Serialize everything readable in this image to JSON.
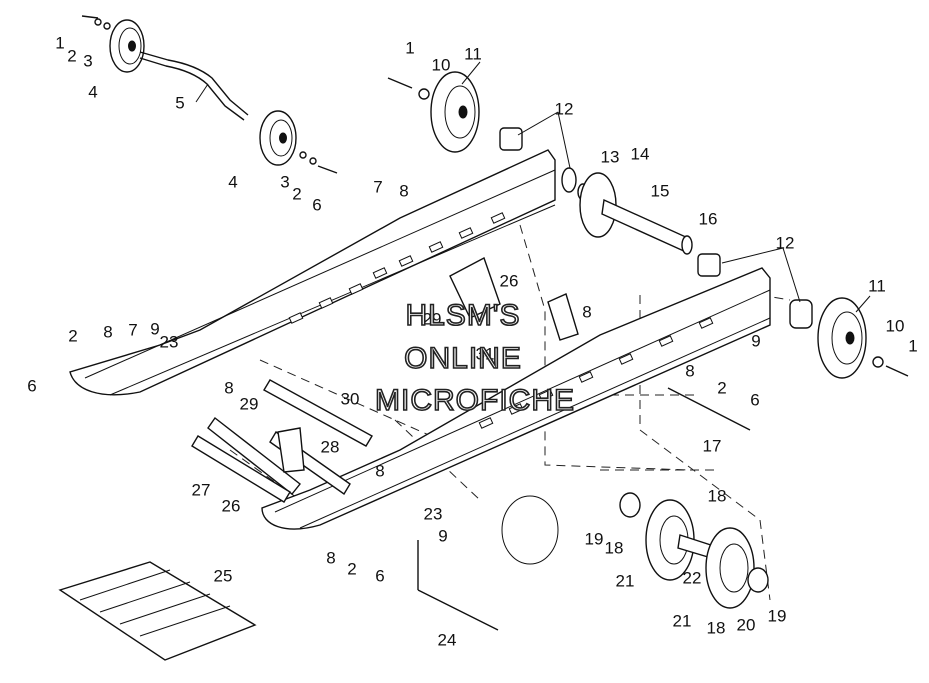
{
  "watermark": {
    "line1": "HLSM'S",
    "line2": "ONLINE",
    "line3": "MICROFICHE"
  },
  "callouts": [
    {
      "id": "c1a",
      "text": "1"
    },
    {
      "id": "c2a",
      "text": "2"
    },
    {
      "id": "c3a",
      "text": "3"
    },
    {
      "id": "c4a",
      "text": "4"
    },
    {
      "id": "c5",
      "text": "5"
    },
    {
      "id": "c4b",
      "text": "4"
    },
    {
      "id": "c3b",
      "text": "3"
    },
    {
      "id": "c2b",
      "text": "2"
    },
    {
      "id": "c6a",
      "text": "6"
    },
    {
      "id": "c1b",
      "text": "1"
    },
    {
      "id": "c10a",
      "text": "10"
    },
    {
      "id": "c11a",
      "text": "11"
    },
    {
      "id": "c12a",
      "text": "12"
    },
    {
      "id": "c13",
      "text": "13"
    },
    {
      "id": "c14",
      "text": "14"
    },
    {
      "id": "c15",
      "text": "15"
    },
    {
      "id": "c16",
      "text": "16"
    },
    {
      "id": "c12b",
      "text": "12"
    },
    {
      "id": "c11b",
      "text": "11"
    },
    {
      "id": "c10b",
      "text": "10"
    },
    {
      "id": "c1c",
      "text": "1"
    },
    {
      "id": "c7a",
      "text": "7"
    },
    {
      "id": "c8a",
      "text": "8"
    },
    {
      "id": "c26a",
      "text": "26"
    },
    {
      "id": "c8b",
      "text": "8"
    },
    {
      "id": "c29a",
      "text": "29"
    },
    {
      "id": "c31",
      "text": "31"
    },
    {
      "id": "c9a",
      "text": "9"
    },
    {
      "id": "c8c",
      "text": "8"
    },
    {
      "id": "c2c",
      "text": "2"
    },
    {
      "id": "c6b",
      "text": "6"
    },
    {
      "id": "c2d",
      "text": "2"
    },
    {
      "id": "c8d",
      "text": "8"
    },
    {
      "id": "c7b",
      "text": "7"
    },
    {
      "id": "c9b",
      "text": "9"
    },
    {
      "id": "c23a",
      "text": "23"
    },
    {
      "id": "c6c",
      "text": "6"
    },
    {
      "id": "c8e",
      "text": "8"
    },
    {
      "id": "c29b",
      "text": "29"
    },
    {
      "id": "c30",
      "text": "30"
    },
    {
      "id": "c28",
      "text": "28"
    },
    {
      "id": "c17",
      "text": "17"
    },
    {
      "id": "c27",
      "text": "27"
    },
    {
      "id": "c26b",
      "text": "26"
    },
    {
      "id": "c8f",
      "text": "8"
    },
    {
      "id": "c23b",
      "text": "23"
    },
    {
      "id": "c9c",
      "text": "9"
    },
    {
      "id": "c18a",
      "text": "18"
    },
    {
      "id": "c19a",
      "text": "19"
    },
    {
      "id": "c18b",
      "text": "18"
    },
    {
      "id": "c21a",
      "text": "21"
    },
    {
      "id": "c22",
      "text": "22"
    },
    {
      "id": "c8g",
      "text": "8"
    },
    {
      "id": "c2e",
      "text": "2"
    },
    {
      "id": "c6d",
      "text": "6"
    },
    {
      "id": "c25",
      "text": "25"
    },
    {
      "id": "c24",
      "text": "24"
    },
    {
      "id": "c21b",
      "text": "21"
    },
    {
      "id": "c18c",
      "text": "18"
    },
    {
      "id": "c20",
      "text": "20"
    },
    {
      "id": "c19b",
      "text": "19"
    }
  ]
}
